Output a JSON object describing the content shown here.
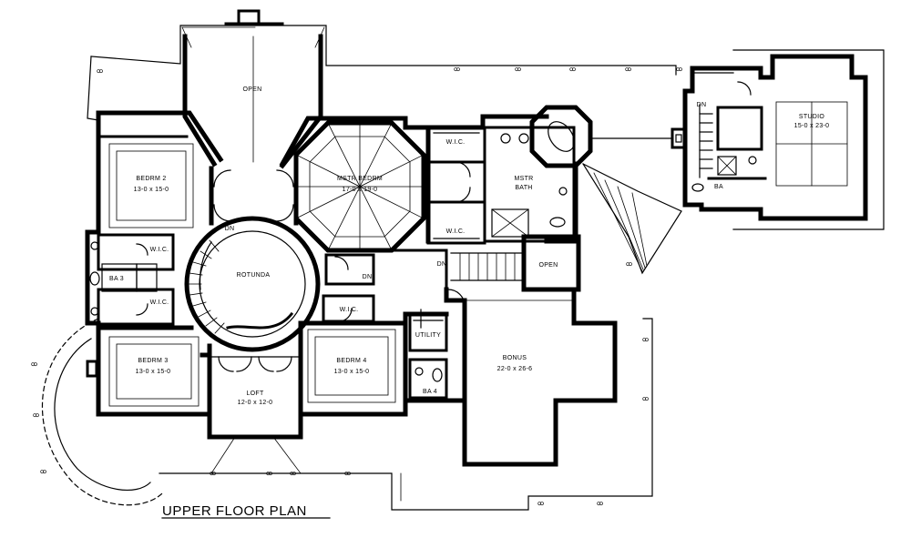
{
  "plan_title": "UPPER FLOOR PLAN",
  "rooms": {
    "open_top": {
      "name": "OPEN"
    },
    "bedrm2": {
      "name": "BEDRM 2",
      "size": "13-0 x 15-0"
    },
    "mstr_bedrm": {
      "name": "MSTR BEDRM",
      "size": "17-0 x 19-0"
    },
    "wic_1": {
      "name": "W.I.C."
    },
    "wic_2": {
      "name": "W.I.C."
    },
    "mstr_bath": {
      "name": "MSTR",
      "name2": "BATH"
    },
    "studio": {
      "name": "STUDIO",
      "size": "15-0 x 23-0"
    },
    "dn_studio": {
      "name": "DN"
    },
    "ba_studio": {
      "name": "BA"
    },
    "rotunda": {
      "name": "ROTUNDA"
    },
    "dn_rotunda": {
      "name": "DN"
    },
    "wic_3": {
      "name": "W.I.C."
    },
    "wic_4": {
      "name": "W.I.C."
    },
    "ba3": {
      "name": "BA 3"
    },
    "dn_hall": {
      "name": "DN"
    },
    "open_stair": {
      "name": "OPEN"
    },
    "wic_5": {
      "name": "W.I.C."
    },
    "utility": {
      "name": "UTILITY"
    },
    "bedrm3": {
      "name": "BEDRM 3",
      "size": "13-0 x 15-0"
    },
    "bedrm4": {
      "name": "BEDRM 4",
      "size": "13-0 x 15-0"
    },
    "loft": {
      "name": "LOFT",
      "size": "12-0 x 12-0"
    },
    "ba4": {
      "name": "BA 4"
    },
    "bonus": {
      "name": "BONUS",
      "size": "22-0 x 26-6"
    }
  }
}
